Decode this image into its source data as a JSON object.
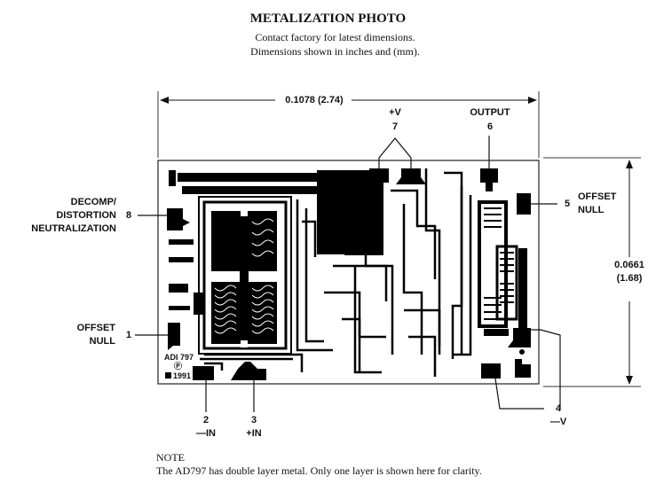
{
  "header": {
    "title": "METALIZATION PHOTO",
    "subtitle_line1": "Contact factory for latest dimensions.",
    "subtitle_line2": "Dimensions shown in inches and (mm)."
  },
  "dimensions": {
    "width": "0.1078 (2.74)",
    "height_inches": "0.0661",
    "height_mm": "(1.68)"
  },
  "pins": [
    {
      "number": "1",
      "name_line1": "OFFSET",
      "name_line2": "NULL"
    },
    {
      "number": "2",
      "name_line1": "—IN",
      "name_line2": ""
    },
    {
      "number": "3",
      "name_line1": "+IN",
      "name_line2": ""
    },
    {
      "number": "4",
      "name_line1": "—V",
      "name_line2": ""
    },
    {
      "number": "5",
      "name_line1": "OFFSET",
      "name_line2": "NULL"
    },
    {
      "number": "6",
      "name_line1": "OUTPUT",
      "name_line2": ""
    },
    {
      "number": "7",
      "name_line1": "+V",
      "name_line2": ""
    },
    {
      "number": "8",
      "name_line1": "DECOMP/",
      "name_line2": "DISTORTION",
      "name_line3": "NEUTRALIZATION"
    }
  ],
  "die_markings": {
    "part": "ADI 797",
    "year": "1991"
  },
  "note": {
    "heading": "NOTE",
    "text": "The AD797 has double layer metal. Only one layer is shown here for clarity."
  }
}
